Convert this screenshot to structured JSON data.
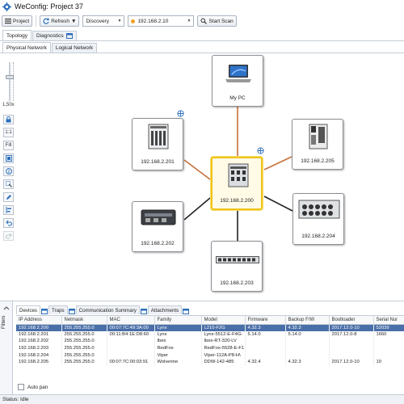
{
  "window": {
    "title": "WeConfig: Project 37"
  },
  "toolbar": {
    "project_label": "Project",
    "refresh_label": "Refresh",
    "discovery_label": "Discovery",
    "ip_value": "192.168.2.10",
    "start_scan_label": "Start Scan"
  },
  "main_tabs": [
    {
      "label": "Topology"
    },
    {
      "label": "Diagnostics"
    }
  ],
  "sub_tabs": [
    {
      "label": "Physical Network"
    },
    {
      "label": "Logical Network"
    }
  ],
  "zoom": {
    "label": "1,50x"
  },
  "tools": {
    "one_to_one": "1:1",
    "fill": "Fill"
  },
  "nodes": {
    "mypc": "My PC",
    "n201": "192.168.2.201",
    "n205": "192.168.2.205",
    "n200": "192.168.2.200",
    "n202": "192.168.2.202",
    "n204": "192.168.2.204",
    "n203": "192.168.2.203"
  },
  "link_colors": {
    "orange": "#c8703a",
    "black": "#222222"
  },
  "bottom_tabs": [
    {
      "label": "Devices"
    },
    {
      "label": "Traps"
    },
    {
      "label": "Communication Summary"
    },
    {
      "label": "Attachments"
    }
  ],
  "table": {
    "columns": [
      "IP Address",
      "Netmask",
      "MAC",
      "Family",
      "Model",
      "Firmware",
      "Backup F/W",
      "Bootloader",
      "Serial Nur"
    ],
    "rows": [
      [
        "192.168.2.200",
        "255.255.255.0",
        "00:07:7C:49:3A:00",
        "Lynx",
        "L210-F2G",
        "4.32.3",
        "4.32.3",
        "2017.12.0-10",
        "52039"
      ],
      [
        "192.168.2.201",
        "255.255.255.0",
        "00:11:B4:1E:D8:60",
        "Lynx",
        "Lynx-5512-E-F4G-",
        "5.14.0",
        "5.14.0",
        "2017.12.0-8",
        "1660"
      ],
      [
        "192.168.2.202",
        "255.255.255.0",
        "",
        "Ibex",
        "Ibex-RT-320-LV",
        "",
        "",
        "",
        ""
      ],
      [
        "192.168.2.203",
        "255.255.255.0",
        "",
        "RedFox",
        "RedFox-5528-E-F1",
        "",
        "",
        "",
        ""
      ],
      [
        "192.168.2.204",
        "255.255.255.0",
        "",
        "Viper",
        "Viper-112A-P8-H\\",
        "",
        "",
        "",
        ""
      ],
      [
        "192.168.2.205",
        "255.255.255.0",
        "00:07:7C:00:03:91",
        "Wolverine",
        "DDW-142-485",
        "4.32.4",
        "4.32.3",
        "2017.12.0-10",
        "10"
      ]
    ]
  },
  "filters_label": "Filters",
  "autopan_label": "Auto pan",
  "status": {
    "text": "Status: Idle"
  }
}
